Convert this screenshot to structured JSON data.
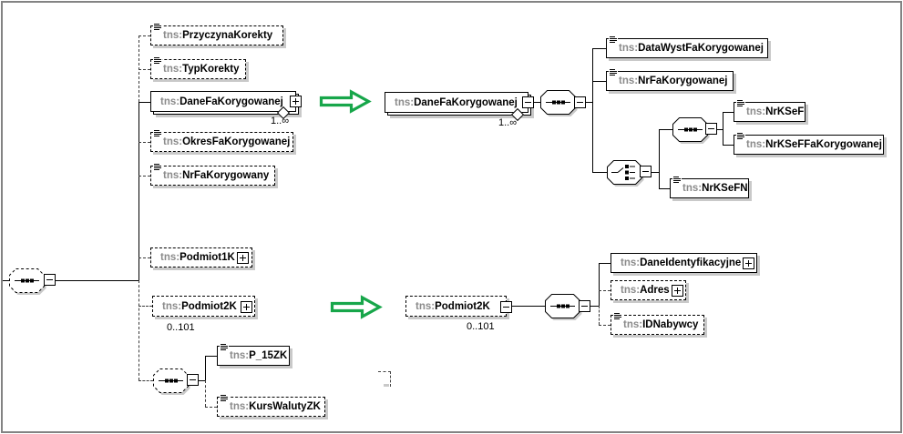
{
  "diagram": {
    "namespace_prefix": "tns:",
    "colors": {
      "arrow_green": "#17a64a",
      "box_border": "#000000",
      "shadow_gray": "#c9c9c9",
      "prefix_gray": "#8b8b8b",
      "frame_gray": "#838383"
    },
    "icons": {
      "sequence-icon": "octagon with three squares in a row (sequence compositor)",
      "choice-icon": "octagon with switch glyph (choice compositor)",
      "doc-icon": "small text-lines glyph (simple content element)",
      "expand-plus-icon": "+",
      "collapse-minus-icon": "−",
      "expand-arrow-icon": "hollow green right arrow"
    }
  },
  "nodes": {
    "przyczynaKorekty": {
      "prefix": "tns:",
      "name": "PrzyczynaKorekty"
    },
    "typKorekty": {
      "prefix": "tns:",
      "name": "TypKorekty"
    },
    "daneFaKorygowanej": {
      "prefix": "tns:",
      "name": "DaneFaKorygowanej",
      "cardinality": "1..∞"
    },
    "okresFaKorygowanej": {
      "prefix": "tns:",
      "name": "OkresFaKorygowanej"
    },
    "nrFaKorygowany": {
      "prefix": "tns:",
      "name": "NrFaKorygowany"
    },
    "podmiot1K": {
      "prefix": "tns:",
      "name": "Podmiot1K"
    },
    "podmiot2K": {
      "prefix": "tns:",
      "name": "Podmiot2K",
      "cardinality": "0..101"
    },
    "p15ZK": {
      "prefix": "tns:",
      "name": "P_15ZK"
    },
    "kursWalutyZK": {
      "prefix": "tns:",
      "name": "KursWalutyZK"
    },
    "daneFaKorygowanejExp": {
      "prefix": "tns:",
      "name": "DaneFaKorygowanej",
      "cardinality": "1..∞"
    },
    "dataWystFaKorygowanej": {
      "prefix": "tns:",
      "name": "DataWystFaKorygowanej"
    },
    "nrFaKorygowanej": {
      "prefix": "tns:",
      "name": "NrFaKorygowanej"
    },
    "nrKSeF": {
      "prefix": "tns:",
      "name": "NrKSeF"
    },
    "nrKSeFFaKorygowanej": {
      "prefix": "tns:",
      "name": "NrKSeFFaKorygowanej"
    },
    "nrKSeFN": {
      "prefix": "tns:",
      "name": "NrKSeFN"
    },
    "podmiot2KExp": {
      "prefix": "tns:",
      "name": "Podmiot2K",
      "cardinality": "0..101"
    },
    "daneIdentyfikacyjne": {
      "prefix": "tns:",
      "name": "DaneIdentyfikacyjne"
    },
    "adres": {
      "prefix": "tns:",
      "name": "Adres"
    },
    "idNabywcy": {
      "prefix": "tns:",
      "name": "IDNabywcy"
    }
  }
}
